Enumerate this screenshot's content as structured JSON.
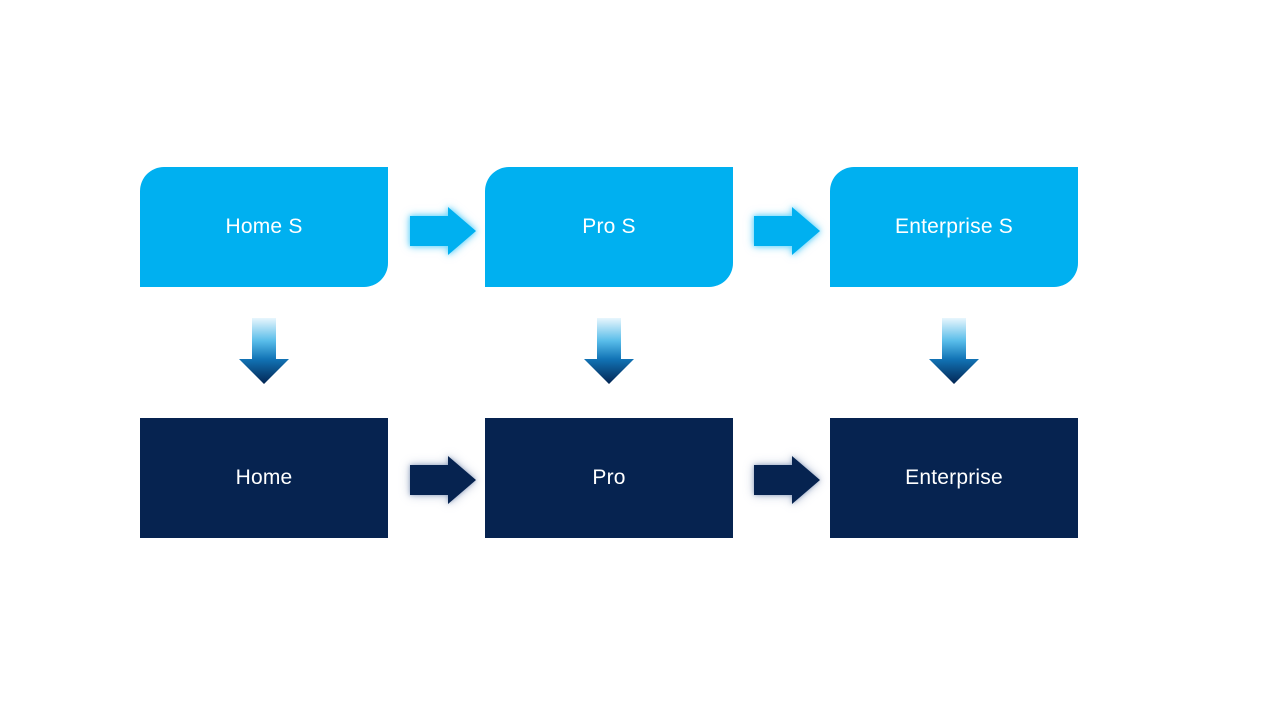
{
  "palette": {
    "light_blue": "#00B0F0",
    "dark_navy": "#062350",
    "text_color": "#FFFFFF",
    "down_arrow_gradient": [
      "#E8F6FD",
      "#57BCE9",
      "#1274B6",
      "#032553"
    ]
  },
  "icons": {
    "arrow_right": "→",
    "arrow_down": "↓"
  },
  "flow": {
    "top_row": [
      {
        "label": "Home S"
      },
      {
        "label": "Pro S"
      },
      {
        "label": "Enterprise S"
      }
    ],
    "bottom_row": [
      {
        "label": "Home"
      },
      {
        "label": "Pro"
      },
      {
        "label": "Enterprise"
      }
    ]
  }
}
